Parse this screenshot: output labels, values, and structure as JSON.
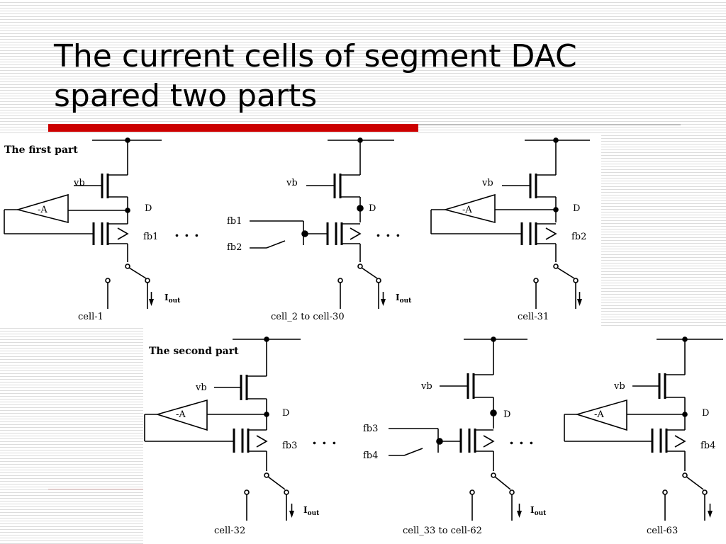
{
  "slide": {
    "title_line1": "The current cells of segment DAC",
    "title_line2": "spared two parts",
    "accent_color": "#cc0000"
  },
  "part1": {
    "header": "The first part",
    "ellipsis": ". . .",
    "cells": [
      {
        "vb": "vb",
        "amp": "-A",
        "node": "D",
        "fb": "fb1",
        "iout_main": "I",
        "iout_sub": "out",
        "caption": "cell-1"
      },
      {
        "vb": "vb",
        "node": "D",
        "fb_top": "fb1",
        "fb_bottom": "fb2",
        "iout_main": "I",
        "iout_sub": "out",
        "caption": "cell_2  to cell-30"
      },
      {
        "vb": "vb",
        "amp": "-A",
        "node": "D",
        "fb": "fb2",
        "caption": "cell-31"
      }
    ]
  },
  "part2": {
    "header": "The second part",
    "ellipsis": ". . .",
    "cells": [
      {
        "vb": "vb",
        "amp": "-A",
        "node": "D",
        "fb": "fb3",
        "iout_main": "I",
        "iout_sub": "out",
        "caption": "cell-32"
      },
      {
        "vb": "vb",
        "node": "D",
        "fb_top": "fb3",
        "fb_bottom": "fb4",
        "iout_main": "I",
        "iout_sub": "out",
        "caption": "cell_33  to cell-62"
      },
      {
        "vb": "vb",
        "amp": "-A",
        "node": "D",
        "fb": "fb4",
        "caption": "cell-63"
      }
    ]
  }
}
